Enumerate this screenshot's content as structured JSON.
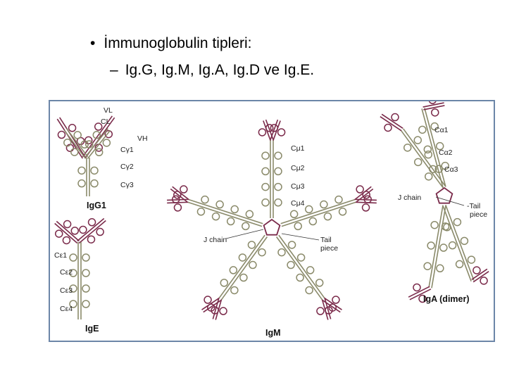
{
  "slide": {
    "bullet": "İmmunoglobulin tipleri:",
    "subpoint": "Ig.G, Ig.M, Ig.A, Ig.D ve Ig.E."
  },
  "figure": {
    "igg1": {
      "name": "IgG1",
      "vl": "VL",
      "cl": "CL",
      "vh": "VH",
      "cg1": "Cγ1",
      "cg2": "Cγ2",
      "cg3": "Cγ3"
    },
    "ige": {
      "name": "IgE",
      "ce1": "Cε1",
      "ce2": "Cε2",
      "ce3": "Cε3",
      "ce4": "Cε4"
    },
    "igm": {
      "name": "IgM",
      "cm1": "Cμ1",
      "cm2": "Cμ2",
      "cm3": "Cμ3",
      "cm4": "Cμ4",
      "jchain": "J chain",
      "tail1": "Tail",
      "tail2": "piece"
    },
    "iga": {
      "name": "IgA (dimer)",
      "ca1": "Cα1",
      "ca2": "Cα2",
      "ca3": "Cα3",
      "jchain": "J chain",
      "tail1": "-Tail",
      "tail2": "piece"
    },
    "colors": {
      "heavy": "#8a8a6a",
      "light": "#7a2a4a",
      "frame": "#6c86a8"
    }
  }
}
